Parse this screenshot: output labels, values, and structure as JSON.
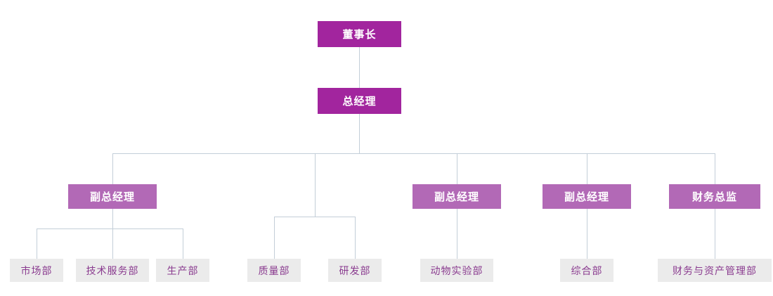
{
  "diagram_title": "",
  "colors": {
    "level1_bg": "#a2259e",
    "level2_bg": "#b269b6",
    "leaf_bg": "#ebebeb",
    "leaf_text": "#8a3b8f",
    "node_text": "#ffffff",
    "line": "#c3ced8"
  },
  "nodes": {
    "chairman": {
      "label": "董事长",
      "level": 1
    },
    "general_manager": {
      "label": "总经理",
      "level": 2
    },
    "deputy_gm_1": {
      "label": "副总经理",
      "level": 3
    },
    "deputy_gm_2": {
      "label": "副总经理",
      "level": 3
    },
    "deputy_gm_3": {
      "label": "副总经理",
      "level": 3
    },
    "finance_director": {
      "label": "财务总监",
      "level": 3
    },
    "marketing": {
      "label": "市场部",
      "level": 4
    },
    "technical_service": {
      "label": "技术服务部",
      "level": 4
    },
    "production": {
      "label": "生产部",
      "level": 4
    },
    "quality": {
      "label": "质量部",
      "level": 4
    },
    "rnd": {
      "label": "研发部",
      "level": 4
    },
    "animal_lab": {
      "label": "动物实验部",
      "level": 4
    },
    "general_affairs": {
      "label": "综合部",
      "level": 4
    },
    "finance_asset": {
      "label": "财务与资产管理部",
      "level": 4
    }
  },
  "edges": [
    [
      "chairman",
      "general_manager"
    ],
    [
      "general_manager",
      "deputy_gm_1"
    ],
    [
      "general_manager",
      "quality"
    ],
    [
      "general_manager",
      "rnd"
    ],
    [
      "general_manager",
      "deputy_gm_2"
    ],
    [
      "general_manager",
      "deputy_gm_3"
    ],
    [
      "general_manager",
      "finance_director"
    ],
    [
      "deputy_gm_1",
      "marketing"
    ],
    [
      "deputy_gm_1",
      "technical_service"
    ],
    [
      "deputy_gm_1",
      "production"
    ],
    [
      "deputy_gm_2",
      "animal_lab"
    ],
    [
      "deputy_gm_3",
      "general_affairs"
    ],
    [
      "finance_director",
      "finance_asset"
    ]
  ]
}
